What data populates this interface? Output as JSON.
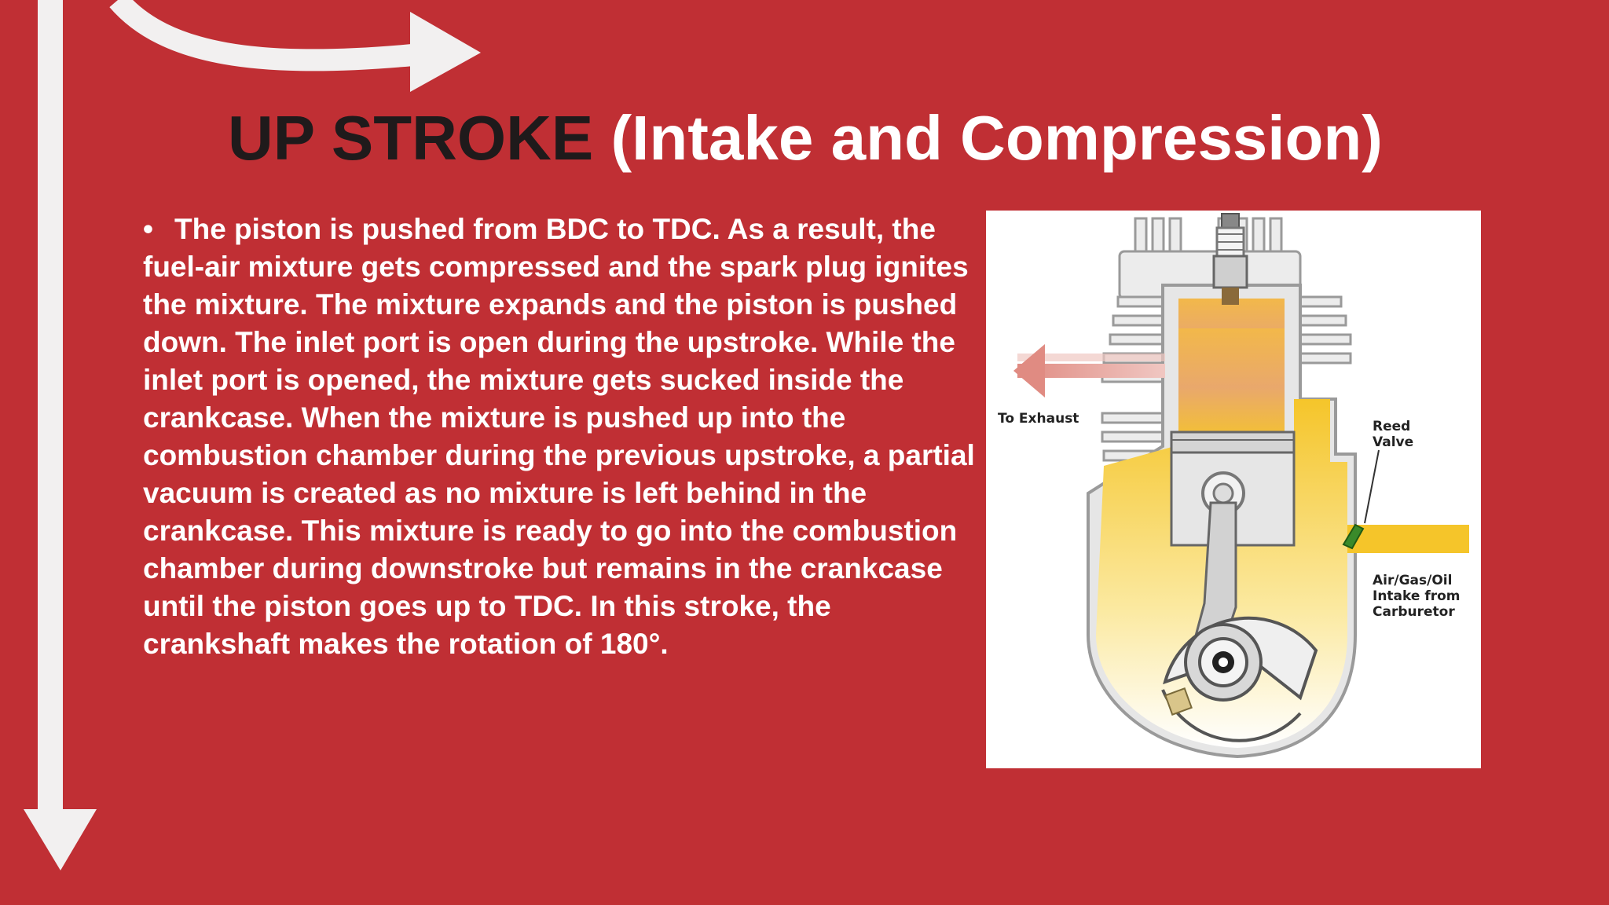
{
  "slide": {
    "title_dark": "UP STROKE",
    "title_light": "(Intake and Compression)",
    "bullet_symbol": "•",
    "body_lines": [
      "The piston is pushed from BDC to TDC. As a result, the",
      "fuel-air mixture gets compressed and the spark plug ignites",
      "the mixture. The mixture expands and the piston is pushed",
      "down. The inlet port is open during the upstroke. While the",
      "inlet port is opened, the mixture gets sucked inside the",
      "crankcase. When the mixture is pushed up into the",
      "combustion chamber during the previous upstroke, a partial",
      "vacuum is created as no mixture is left behind in the",
      "crankcase. This mixture is ready to go into the combustion",
      "chamber during downstroke but remains in the crankcase",
      "until the piston goes up to TDC. In this stroke, the",
      "crankshaft makes the rotation of 180°."
    ]
  },
  "diagram": {
    "label_exhaust": "To Exhaust",
    "label_reed_1": "Reed",
    "label_reed_2": "Valve",
    "label_intake_1": "Air/Gas/Oil",
    "label_intake_2": "Intake from",
    "label_intake_3": "Carburetor"
  },
  "colors": {
    "background": "#c02f34",
    "title_dark": "#1f1a1b",
    "text": "#ffffff",
    "mixture": "#f5c52a",
    "exhaust_arrow": "#e8a09a"
  }
}
